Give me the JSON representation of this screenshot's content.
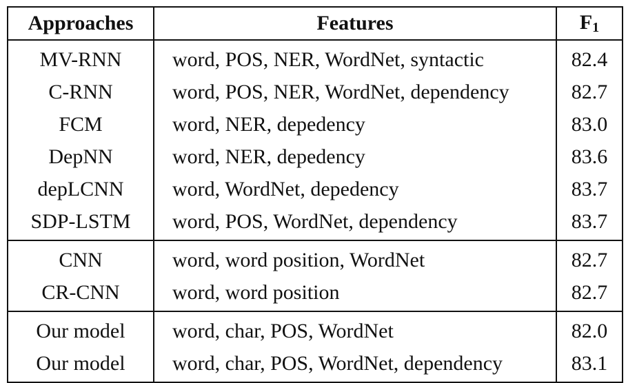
{
  "header": {
    "approaches": "Approaches",
    "features": "Features",
    "f1_main": "F",
    "f1_sub": "1"
  },
  "groups": [
    {
      "rows": [
        {
          "approach": "MV-RNN",
          "features": "word, POS, NER, WordNet, syntactic",
          "f1": "82.4"
        },
        {
          "approach": "C-RNN",
          "features": "word, POS, NER, WordNet, dependency",
          "f1": "82.7"
        },
        {
          "approach": "FCM",
          "features": "word, NER, depedency",
          "f1": "83.0"
        },
        {
          "approach": "DepNN",
          "features": "word, NER, depedency",
          "f1": "83.6"
        },
        {
          "approach": "depLCNN",
          "features": "word, WordNet, depedency",
          "f1": "83.7"
        },
        {
          "approach": "SDP-LSTM",
          "features": "word, POS, WordNet, dependency",
          "f1": "83.7"
        }
      ]
    },
    {
      "rows": [
        {
          "approach": "CNN",
          "features": "word, word position, WordNet",
          "f1": "82.7"
        },
        {
          "approach": "CR-CNN",
          "features": "word, word position",
          "f1": "82.7"
        }
      ]
    },
    {
      "rows": [
        {
          "approach": "Our model",
          "features": "word, char, POS, WordNet",
          "f1": "82.0"
        },
        {
          "approach": "Our model",
          "features": "word, char, POS, WordNet, dependency",
          "f1": "83.1"
        }
      ]
    }
  ]
}
